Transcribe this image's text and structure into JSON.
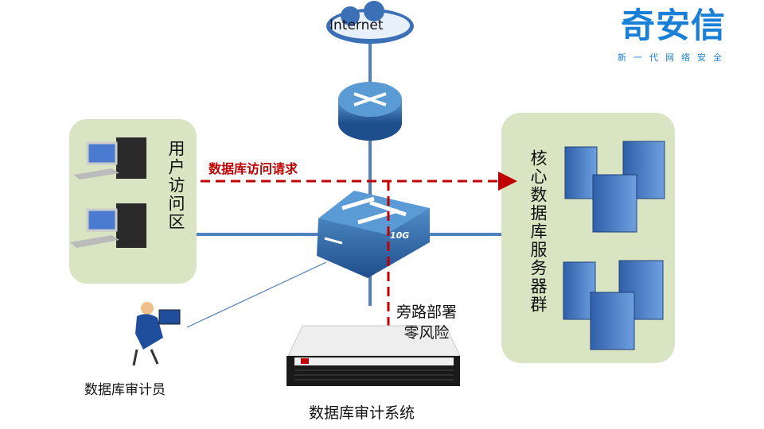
{
  "logo": {
    "name": "奇安信",
    "tagline": "新一代网络安全"
  },
  "labels": {
    "internet": "Internet",
    "switch_speed": "10G",
    "request": "数据库访问请求",
    "user_zone": "用户访问区",
    "server_zone": "核心数据库服务器群",
    "bypass_line1": "旁路部署",
    "bypass_line2": "零风险",
    "auditor": "数据库审计员",
    "audit_system": "数据库审计系统"
  },
  "colors": {
    "link": "#4f81bd",
    "request": "#c00000",
    "zone": "#d9e4c3",
    "brand": "#1a7fd6"
  }
}
